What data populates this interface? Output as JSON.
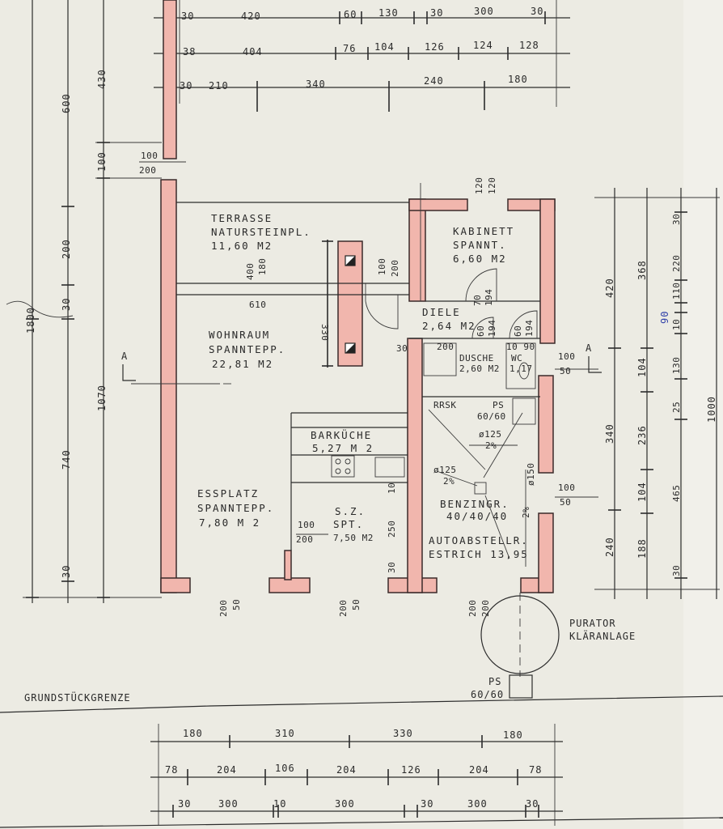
{
  "colors": {
    "paper": "#ecebe3",
    "wall": "#f1b6ad",
    "ink": "#2a2a2a",
    "pen": "#2f3fa8"
  },
  "top_dims": {
    "row1": [
      "30",
      "420",
      "60",
      "130",
      "30",
      "300",
      "30"
    ],
    "row2": [
      "38",
      "404",
      "76",
      "104",
      "126",
      "124",
      "128"
    ],
    "row3": [
      "30",
      "210",
      "340",
      "240",
      "180"
    ]
  },
  "left_dims": {
    "v1": [
      "600",
      "1070"
    ],
    "v2": [
      "430",
      "100",
      "200",
      "30",
      "740",
      "30"
    ],
    "mark": "1800"
  },
  "right_dims": {
    "a": [
      "420",
      "340",
      "240"
    ],
    "b": [
      "368",
      "104",
      "236",
      "104",
      "188"
    ],
    "c": [
      "30",
      "220",
      "110",
      "10",
      "130",
      "25",
      "465",
      "30"
    ],
    "total": "1000",
    "pen": "90"
  },
  "bottom_dims": {
    "row1": [
      "180",
      "310",
      "330",
      "180"
    ],
    "row2": [
      "78",
      "204",
      "106",
      "204",
      "126",
      "204",
      "78"
    ],
    "row3": [
      "30",
      "300",
      "10",
      "300",
      "30",
      "300",
      "30"
    ]
  },
  "rooms": {
    "terrasse": {
      "l1": "TERRASSE",
      "l2": "NATURSTEINPL.",
      "l3": "11,60  M2"
    },
    "kabinett": {
      "l1": "KABINETT",
      "l2": "SPANNT.",
      "l3": "6,60 M2"
    },
    "diele": {
      "l1": "DIELE",
      "l2": "2,64 M2"
    },
    "wohnraum": {
      "l1": "WOHNRAUM",
      "l2": "SPANNTEPP.",
      "l3": "22,81  M2"
    },
    "dusche": {
      "l1": "DUSCHE",
      "l2": "2,60 M2"
    },
    "wc": {
      "l1": "WC",
      "l2": "1,17"
    },
    "barkueche": {
      "l1": "BARKÜCHE",
      "l2": "5,27  M 2"
    },
    "essplatz": {
      "l1": "ESSPLATZ",
      "l2": "SPANNTEPP.",
      "l3": "7,80  M 2"
    },
    "sz": {
      "l1": "S.Z.",
      "l2": "SPT.",
      "l3": "7,50 M2"
    },
    "garage": {
      "l1": "BENZINGR.",
      "l2": "40/40/40",
      "l3": "AUTOABSTELLR.",
      "l4": "ESTRICH 13,95"
    }
  },
  "openings": {
    "w_100_200": [
      "100",
      "200"
    ],
    "terr_400_180": [
      "400",
      "180"
    ],
    "chimney_100_200": [
      "100",
      "200"
    ],
    "w_610": "610",
    "w_330": "330",
    "k_120": [
      "120",
      "120"
    ],
    "d_70_194": [
      "70",
      "194"
    ],
    "d_60_194": [
      "60",
      "194"
    ],
    "d_60_194b": [
      "60",
      "194"
    ],
    "d_200": "200",
    "d_10_90": "10 90",
    "w_30": "30",
    "win_100_50": [
      "100",
      "50"
    ],
    "win_100_50b": [
      "100",
      "50"
    ],
    "sz_100_200": [
      "100",
      "200"
    ],
    "sz_250": "250",
    "sz_10": "10",
    "sz_30": "30",
    "bot_200_50": [
      "200",
      "50"
    ],
    "bot_200_50b": [
      "200",
      "50"
    ],
    "bot_200_200": [
      "200",
      "200"
    ]
  },
  "garage_fixtures": {
    "rrsk": "RRSK",
    "ps_top": [
      "PS",
      "60/60"
    ],
    "pipe1": [
      "ø125",
      "2%"
    ],
    "pipe2": [
      "ø125",
      "2%"
    ],
    "pipe3": "ø150",
    "pipe4": "2%"
  },
  "section_marker": "A",
  "purator": {
    "l1": "PURATOR",
    "l2": "KLÄRANLAGE"
  },
  "ps_bottom": [
    "PS",
    "60/60"
  ],
  "grundstueck": "GRUNDSTÜCKGRENZE"
}
